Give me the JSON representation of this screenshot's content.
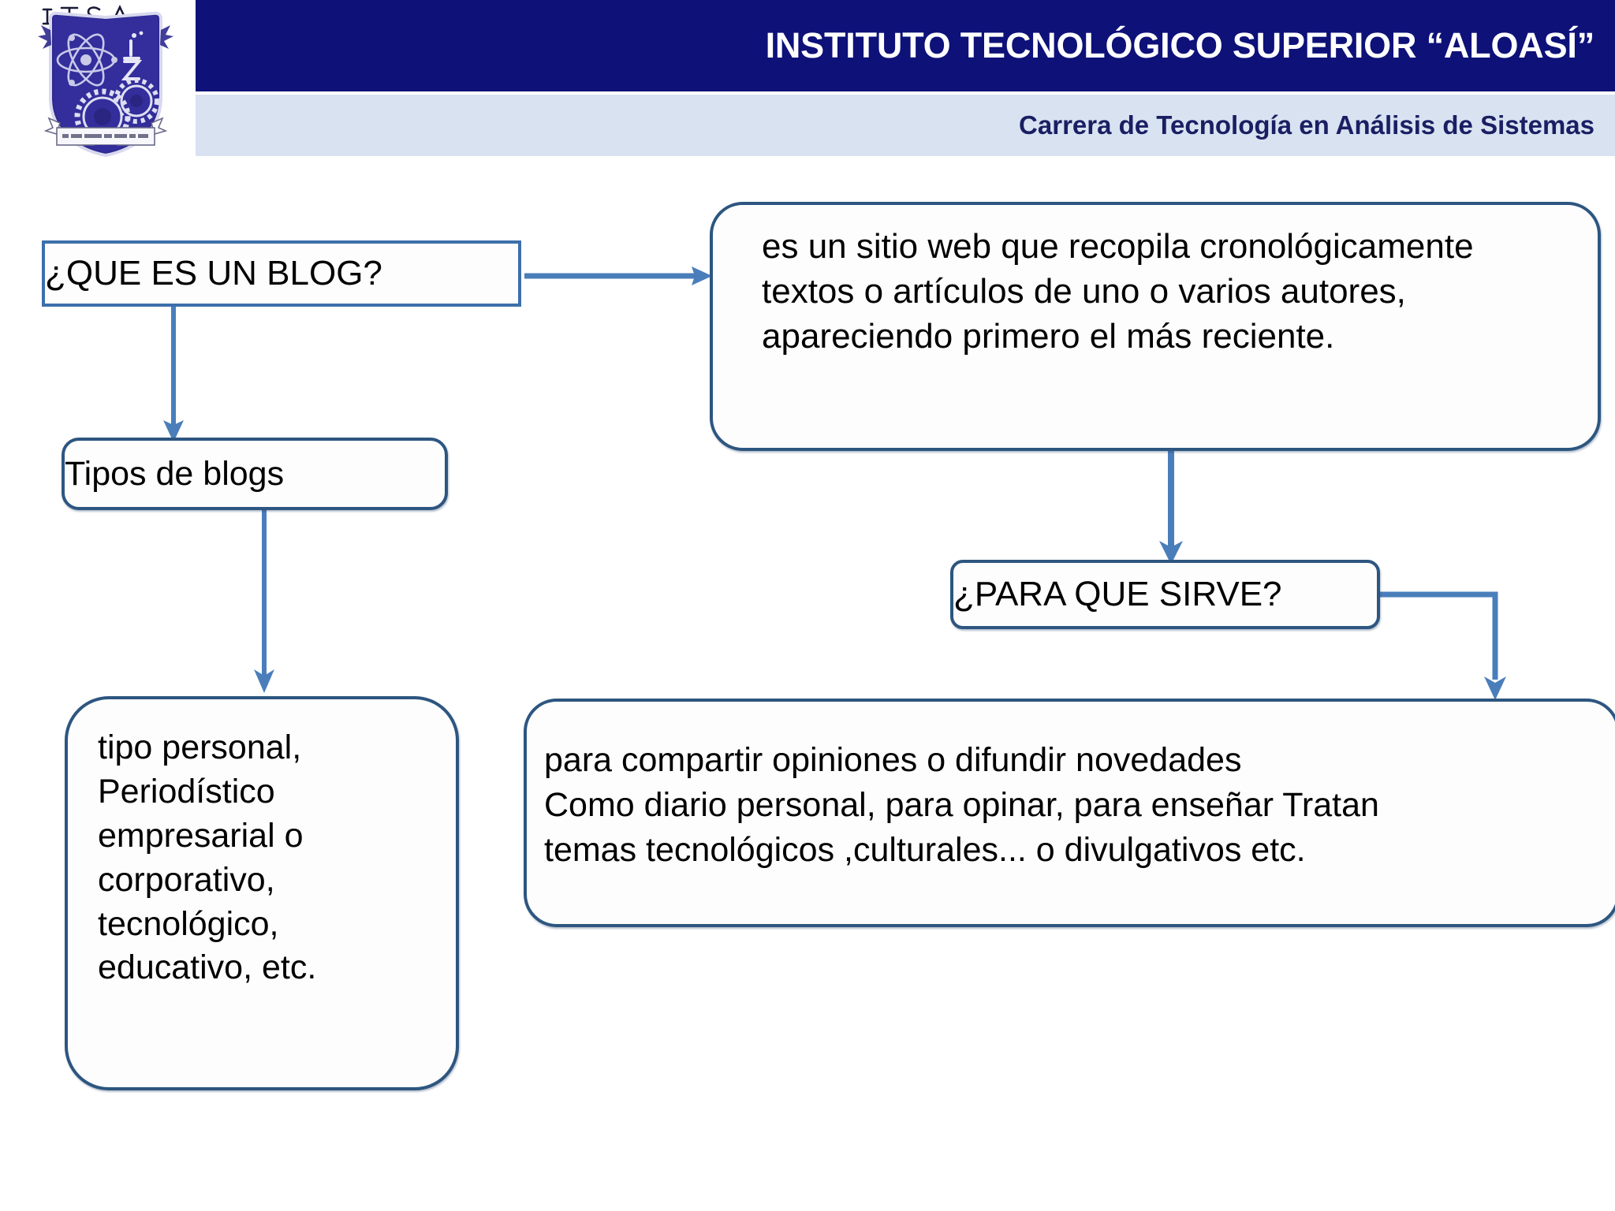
{
  "header": {
    "title": "INSTITUTO TECNOLÓGICO SUPERIOR “ALOASÍ”",
    "subtitle": "Carrera de Tecnología en Análisis de Sistemas",
    "logo_icon": "itsa-shield-logo-icon",
    "band_color": "#0d1178",
    "subband_color": "#d9e2f1"
  },
  "diagram": {
    "accent_color": "#3d6fab",
    "border_color": "#2d5680",
    "nodes": {
      "que_es_blog": "¿QUE ES UN BLOG?",
      "definicion": "es un sitio web que recopila cronológicamente textos o artículos de uno o varios autores, apareciendo primero el más reciente.",
      "tipos_blogs": "Tipos de blogs",
      "para_que_sirve": "¿PARA QUE SIRVE?",
      "tipos_lista": "tipo personal,\nPeriodístico\n empresarial o\ncorporativo,\n tecnológico,\neducativo, etc.",
      "usos": "para compartir opiniones o difundir novedades\nComo diario personal, para opinar, para enseñar Tratan\ntemas tecnológicos ,culturales... o divulgativos etc."
    },
    "connectors": [
      {
        "name": "que-es-blog-to-definicion",
        "type": "arrow-right"
      },
      {
        "name": "que-es-blog-to-tipos-blogs",
        "type": "arrow-down"
      },
      {
        "name": "definicion-to-para-que-sirve",
        "type": "arrow-down"
      },
      {
        "name": "tipos-blogs-to-tipos-lista",
        "type": "arrow-down"
      },
      {
        "name": "para-que-sirve-to-usos",
        "type": "elbow-right-down"
      }
    ]
  }
}
